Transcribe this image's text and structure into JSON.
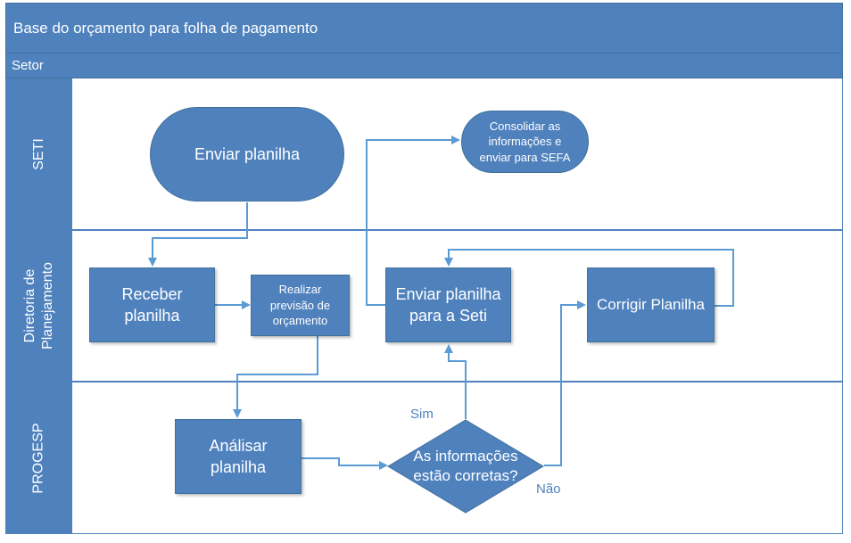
{
  "title": "Base do orçamento para folha de pagamento",
  "setor_label": "Setor",
  "lanes": [
    {
      "label": "SETI"
    },
    {
      "label": "Diretoria de Planejamento"
    },
    {
      "label": "PROGESP"
    }
  ],
  "nodes": {
    "enviar_planilha": "Enviar planilha",
    "consolidar": "Consolidar as informações e enviar para SEFA",
    "receber_planilha": "Receber planilha",
    "realizar_previsao": "Realizar previsão de orçamento",
    "enviar_planilha_seti": "Enviar planilha para a Seti",
    "corrigir_planilha": "Corrigir Planilha",
    "analisar_planilha": "Análisar planilha",
    "decisao": "As informações estão corretas?"
  },
  "edge_labels": {
    "sim": "Sim",
    "nao": "Não"
  },
  "colors": {
    "shape_fill": "#4f81bd",
    "shape_border": "#41719c",
    "connector": "#5b9bd5",
    "text_on_shape": "#ffffff"
  }
}
